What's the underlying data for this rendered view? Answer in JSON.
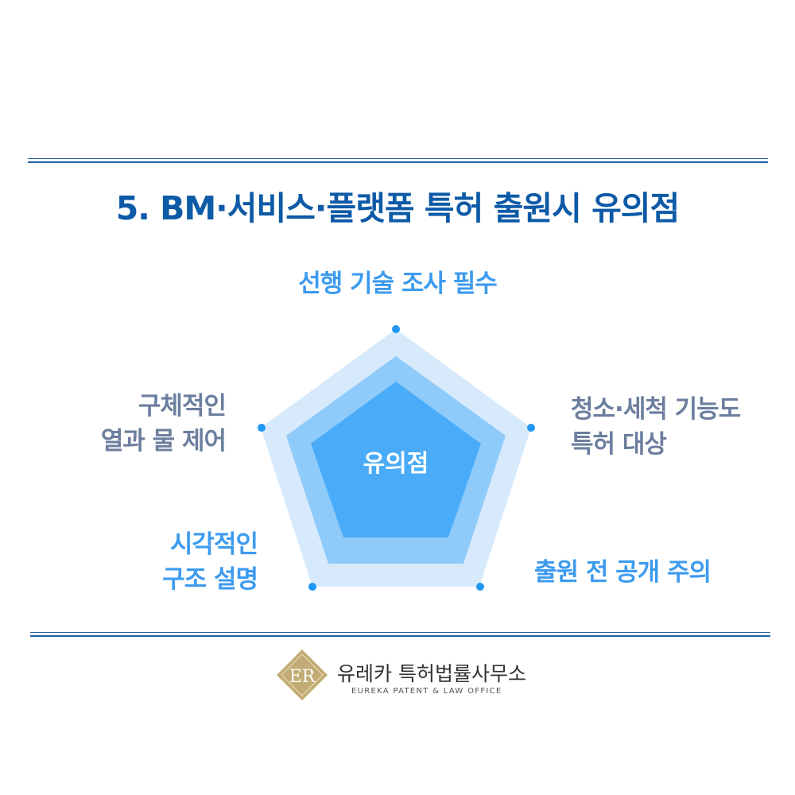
{
  "title": "5. BM·서비스·플랫폼 특허 출원시 유의점",
  "center": "유의점",
  "labels": {
    "top": "선행 기술 조사 필수",
    "right1": "청소·세척 기능도",
    "right2": "특허 대상",
    "bottom_right": "출원 전 공개 주의",
    "bottom_left1": "시각적인",
    "bottom_left2": "구조 설명",
    "left1": "구체적인",
    "left2": "열과 물 제어"
  },
  "footer": {
    "logo_letters": "ER",
    "name": "유레카 특허법률사무소",
    "name_en": "EUREKA PATENT & LAW OFFICE"
  },
  "colors": {
    "title": "#0d5aa7",
    "outer": "#d6eafc",
    "middle": "#8ecbfb",
    "inner": "#4aacf8",
    "dot": "#2196f3"
  }
}
